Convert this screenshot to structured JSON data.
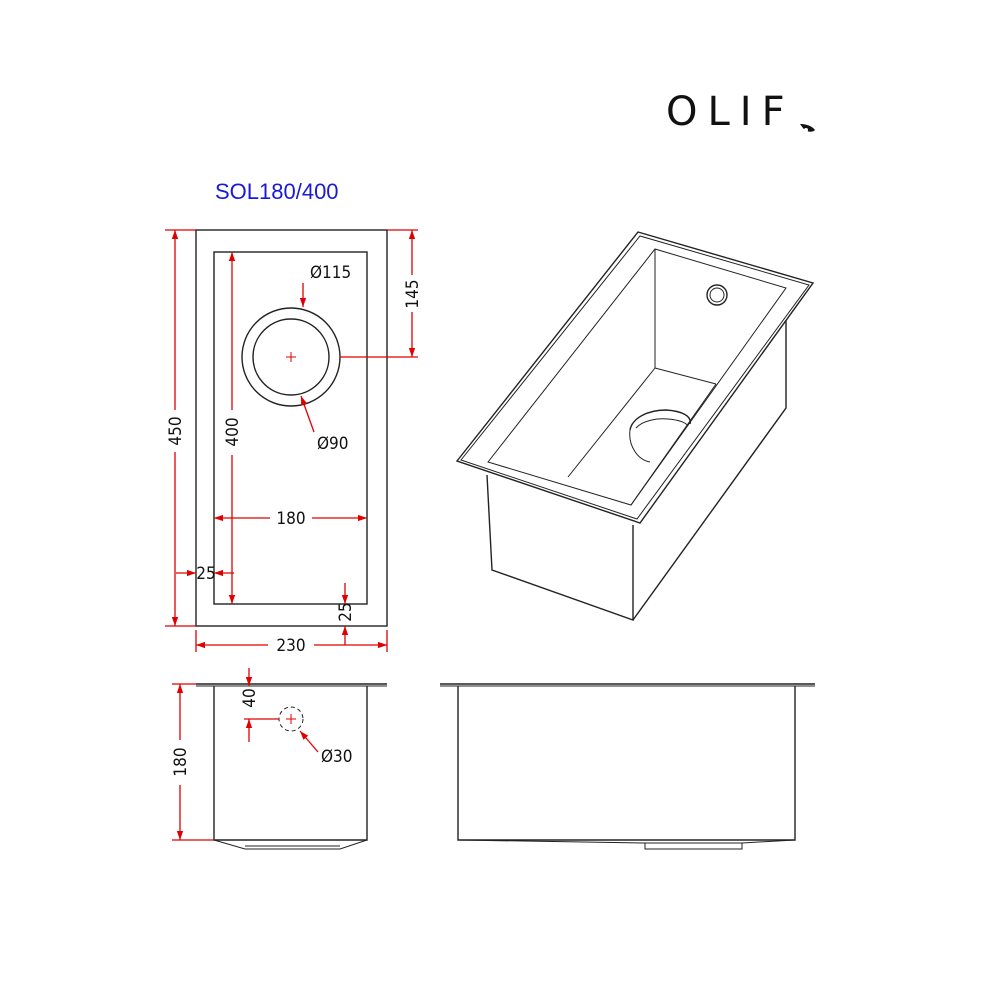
{
  "brand": {
    "logo_text": "OLIF"
  },
  "model": {
    "name": "SOL180/400"
  },
  "dimensions": {
    "outer_length": "450",
    "inner_length": "400",
    "drain_offset": "145",
    "drain_outer_diameter": "Ø115",
    "drain_inner_diameter": "Ø90",
    "inner_width": "180",
    "outer_width": "230",
    "rim_side": "25",
    "rim_bottom": "25",
    "depth": "180",
    "overflow_offset": "40",
    "overflow_diameter": "Ø30"
  },
  "colors": {
    "dimension": "#e00000",
    "outline": "#222222",
    "model_text": "#1a1ad6"
  }
}
